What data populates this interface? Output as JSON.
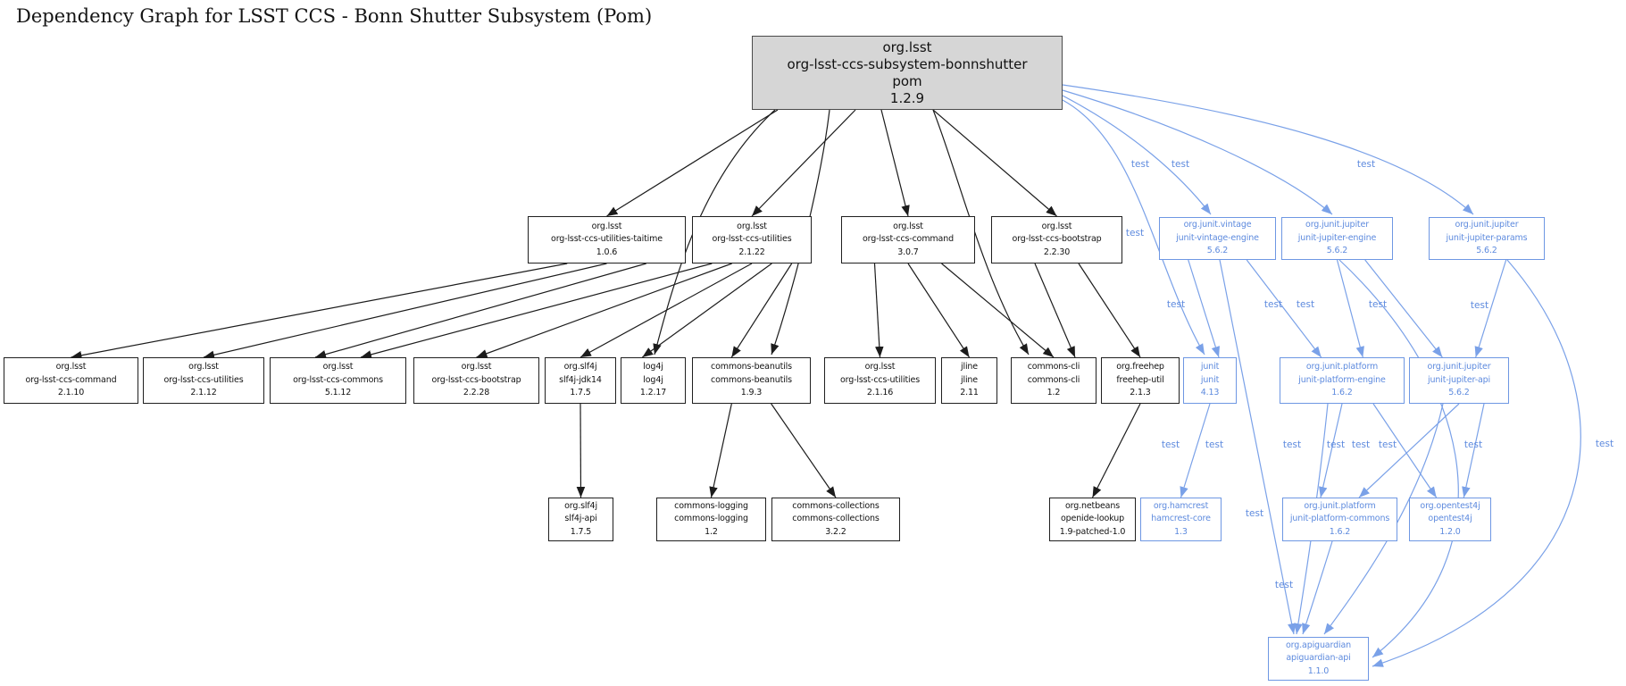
{
  "title": "Dependency Graph for LSST CCS - Bonn Shutter Subsystem (Pom)",
  "edge_label_text": "test",
  "colors": {
    "test_blue_line": "#7aa1e8",
    "test_blue_text": "#5d8ade",
    "compile_black": "#1c1c1c",
    "root_fill": "#d6d6d6",
    "background": "#ffffff"
  },
  "nodes": [
    {
      "id": "pom",
      "scope": "root",
      "lines": [
        "org.lsst",
        "org-lsst-ccs-subsystem-bonnshutter",
        "pom",
        "1.2.9"
      ]
    },
    {
      "id": "taitime",
      "scope": "compile",
      "lines": [
        "org.lsst",
        "org-lsst-ccs-utilities-taitime",
        "1.0.6"
      ]
    },
    {
      "id": "util2122",
      "scope": "compile",
      "lines": [
        "org.lsst",
        "org-lsst-ccs-utilities",
        "2.1.22"
      ]
    },
    {
      "id": "cmd307",
      "scope": "compile",
      "lines": [
        "org.lsst",
        "org-lsst-ccs-command",
        "3.0.7"
      ]
    },
    {
      "id": "boot2230",
      "scope": "compile",
      "lines": [
        "org.lsst",
        "org-lsst-ccs-bootstrap",
        "2.2.30"
      ]
    },
    {
      "id": "vintage",
      "scope": "test",
      "lines": [
        "org.junit.vintage",
        "junit-vintage-engine",
        "5.6.2"
      ]
    },
    {
      "id": "jupengine",
      "scope": "test",
      "lines": [
        "org.junit.jupiter",
        "junit-jupiter-engine",
        "5.6.2"
      ]
    },
    {
      "id": "jupparams",
      "scope": "test",
      "lines": [
        "org.junit.jupiter",
        "junit-jupiter-params",
        "5.6.2"
      ]
    },
    {
      "id": "cmd2110",
      "scope": "compile",
      "lines": [
        "org.lsst",
        "org-lsst-ccs-command",
        "2.1.10"
      ]
    },
    {
      "id": "util2112",
      "scope": "compile",
      "lines": [
        "org.lsst",
        "org-lsst-ccs-utilities",
        "2.1.12"
      ]
    },
    {
      "id": "commons5112",
      "scope": "compile",
      "lines": [
        "org.lsst",
        "org-lsst-ccs-commons",
        "5.1.12"
      ]
    },
    {
      "id": "boot2228",
      "scope": "compile",
      "lines": [
        "org.lsst",
        "org-lsst-ccs-bootstrap",
        "2.2.28"
      ]
    },
    {
      "id": "slf4jjdk14",
      "scope": "compile",
      "lines": [
        "org.slf4j",
        "slf4j-jdk14",
        "1.7.5"
      ]
    },
    {
      "id": "log4j",
      "scope": "compile",
      "lines": [
        "log4j",
        "log4j",
        "1.2.17"
      ]
    },
    {
      "id": "beanutils",
      "scope": "compile",
      "lines": [
        "commons-beanutils",
        "commons-beanutils",
        "1.9.3"
      ]
    },
    {
      "id": "util2116",
      "scope": "compile",
      "lines": [
        "org.lsst",
        "org-lsst-ccs-utilities",
        "2.1.16"
      ]
    },
    {
      "id": "jline",
      "scope": "compile",
      "lines": [
        "jline",
        "jline",
        "2.11"
      ]
    },
    {
      "id": "commonscli",
      "scope": "compile",
      "lines": [
        "commons-cli",
        "commons-cli",
        "1.2"
      ]
    },
    {
      "id": "freehep",
      "scope": "compile",
      "lines": [
        "org.freehep",
        "freehep-util",
        "2.1.3"
      ]
    },
    {
      "id": "junit413",
      "scope": "test",
      "lines": [
        "junit",
        "junit",
        "4.13"
      ]
    },
    {
      "id": "platengine",
      "scope": "test",
      "lines": [
        "org.junit.platform",
        "junit-platform-engine",
        "1.6.2"
      ]
    },
    {
      "id": "jupapi",
      "scope": "test",
      "lines": [
        "org.junit.jupiter",
        "junit-jupiter-api",
        "5.6.2"
      ]
    },
    {
      "id": "slf4japi",
      "scope": "compile",
      "lines": [
        "org.slf4j",
        "slf4j-api",
        "1.7.5"
      ]
    },
    {
      "id": "commonslogging",
      "scope": "compile",
      "lines": [
        "commons-logging",
        "commons-logging",
        "1.2"
      ]
    },
    {
      "id": "commonscollections",
      "scope": "compile",
      "lines": [
        "commons-collections",
        "commons-collections",
        "3.2.2"
      ]
    },
    {
      "id": "openide",
      "scope": "compile",
      "lines": [
        "org.netbeans",
        "openide-lookup",
        "1.9-patched-1.0"
      ]
    },
    {
      "id": "hamcrest",
      "scope": "test",
      "lines": [
        "org.hamcrest",
        "hamcrest-core",
        "1.3"
      ]
    },
    {
      "id": "platcommons",
      "scope": "test",
      "lines": [
        "org.junit.platform",
        "junit-platform-commons",
        "1.6.2"
      ]
    },
    {
      "id": "opentest4j",
      "scope": "test",
      "lines": [
        "org.opentest4j",
        "opentest4j",
        "1.2.0"
      ]
    },
    {
      "id": "apiguardian",
      "scope": "test",
      "lines": [
        "org.apiguardian",
        "apiguardian-api",
        "1.1.0"
      ]
    }
  ],
  "edges": [
    {
      "from": "pom",
      "to": "taitime",
      "scope": "compile",
      "label": ""
    },
    {
      "from": "pom",
      "to": "util2122",
      "scope": "compile",
      "label": ""
    },
    {
      "from": "pom",
      "to": "cmd307",
      "scope": "compile",
      "label": ""
    },
    {
      "from": "pom",
      "to": "boot2230",
      "scope": "compile",
      "label": ""
    },
    {
      "from": "pom",
      "to": "log4j",
      "scope": "compile",
      "label": ""
    },
    {
      "from": "pom",
      "to": "beanutils",
      "scope": "compile",
      "label": ""
    },
    {
      "from": "pom",
      "to": "commonscli",
      "scope": "compile",
      "label": ""
    },
    {
      "from": "taitime",
      "to": "cmd2110",
      "scope": "compile",
      "label": ""
    },
    {
      "from": "taitime",
      "to": "util2112",
      "scope": "compile",
      "label": ""
    },
    {
      "from": "taitime",
      "to": "commons5112",
      "scope": "compile",
      "label": ""
    },
    {
      "from": "util2122",
      "to": "commons5112",
      "scope": "compile",
      "label": ""
    },
    {
      "from": "util2122",
      "to": "boot2228",
      "scope": "compile",
      "label": ""
    },
    {
      "from": "util2122",
      "to": "slf4jjdk14",
      "scope": "compile",
      "label": ""
    },
    {
      "from": "util2122",
      "to": "log4j",
      "scope": "compile",
      "label": ""
    },
    {
      "from": "util2122",
      "to": "beanutils",
      "scope": "compile",
      "label": ""
    },
    {
      "from": "cmd307",
      "to": "util2116",
      "scope": "compile",
      "label": ""
    },
    {
      "from": "cmd307",
      "to": "jline",
      "scope": "compile",
      "label": ""
    },
    {
      "from": "cmd307",
      "to": "commonscli",
      "scope": "compile",
      "label": ""
    },
    {
      "from": "boot2230",
      "to": "commonscli",
      "scope": "compile",
      "label": ""
    },
    {
      "from": "boot2230",
      "to": "freehep",
      "scope": "compile",
      "label": ""
    },
    {
      "from": "slf4jjdk14",
      "to": "slf4japi",
      "scope": "compile",
      "label": ""
    },
    {
      "from": "beanutils",
      "to": "commonslogging",
      "scope": "compile",
      "label": ""
    },
    {
      "from": "beanutils",
      "to": "commonscollections",
      "scope": "compile",
      "label": ""
    },
    {
      "from": "freehep",
      "to": "openide",
      "scope": "compile",
      "label": ""
    },
    {
      "from": "pom",
      "to": "vintage",
      "scope": "test",
      "label": "test"
    },
    {
      "from": "pom",
      "to": "jupengine",
      "scope": "test",
      "label": "test"
    },
    {
      "from": "pom",
      "to": "jupparams",
      "scope": "test",
      "label": "test"
    },
    {
      "from": "pom",
      "to": "junit413",
      "scope": "test",
      "label": "test"
    },
    {
      "from": "vintage",
      "to": "junit413",
      "scope": "test",
      "label": "test"
    },
    {
      "from": "vintage",
      "to": "platengine",
      "scope": "test",
      "label": "test"
    },
    {
      "from": "vintage",
      "to": "apiguardian",
      "scope": "test",
      "label": "test"
    },
    {
      "from": "jupengine",
      "to": "platengine",
      "scope": "test",
      "label": "test"
    },
    {
      "from": "jupengine",
      "to": "jupapi",
      "scope": "test",
      "label": "test"
    },
    {
      "from": "jupengine",
      "to": "apiguardian",
      "scope": "test",
      "label": "test"
    },
    {
      "from": "jupparams",
      "to": "jupapi",
      "scope": "test",
      "label": "test"
    },
    {
      "from": "jupparams",
      "to": "apiguardian",
      "scope": "test",
      "label": "test"
    },
    {
      "from": "junit413",
      "to": "hamcrest",
      "scope": "test",
      "label": "test"
    },
    {
      "from": "platengine",
      "to": "platcommons",
      "scope": "test",
      "label": "test"
    },
    {
      "from": "platengine",
      "to": "opentest4j",
      "scope": "test",
      "label": "test"
    },
    {
      "from": "platengine",
      "to": "apiguardian",
      "scope": "test",
      "label": "test"
    },
    {
      "from": "jupapi",
      "to": "platcommons",
      "scope": "test",
      "label": "test"
    },
    {
      "from": "jupapi",
      "to": "opentest4j",
      "scope": "test",
      "label": "test"
    },
    {
      "from": "jupapi",
      "to": "apiguardian",
      "scope": "test",
      "label": "test"
    },
    {
      "from": "platcommons",
      "to": "apiguardian",
      "scope": "test",
      "label": "test"
    }
  ]
}
